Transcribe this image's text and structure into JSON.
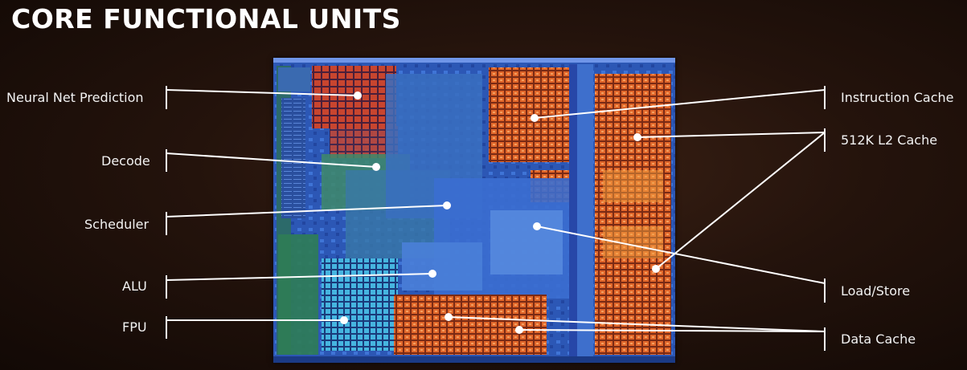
{
  "title": "CORE FUNCTIONAL UNITS",
  "labels": {
    "neural_net_prediction": "Neural Net Prediction",
    "decode": "Decode",
    "scheduler": "Scheduler",
    "alu": "ALU",
    "fpu": "FPU",
    "instruction_cache": "Instruction Cache",
    "l2_cache": "512K L2 Cache",
    "load_store": "Load/Store",
    "data_cache": "Data Cache"
  },
  "colors": {
    "background": "#24130c",
    "die_blue": "#2f5fc0",
    "cache_orange": "#e0662a",
    "logic_green": "#3f9a55",
    "fpu_cyan": "#3fb6d6",
    "leader_line": "#ffffff"
  }
}
